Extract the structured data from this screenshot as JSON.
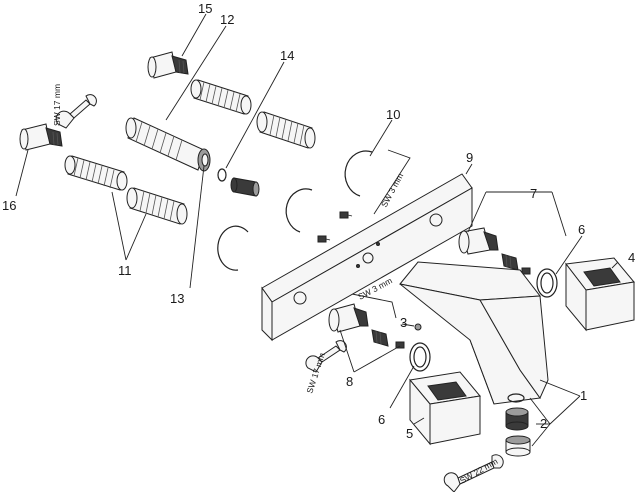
{
  "part_numbers": {
    "p1": "1",
    "p2": "2",
    "p3": "3",
    "p4": "4",
    "p5": "5",
    "p6a": "6",
    "p6b": "6",
    "p7": "7",
    "p8": "8",
    "p9": "9",
    "p10": "10",
    "p11": "11",
    "p12": "12",
    "p13": "13",
    "p14": "14",
    "p15": "15",
    "p16": "16"
  },
  "tool_labels": {
    "sw17_top": "SW 17 mm",
    "sw3_top": "SW 3 mm",
    "sw3_mid": "SW 3 mm",
    "sw17_bottom": "SW 17 mm",
    "sw22": "SW 22 mm"
  },
  "colors": {
    "line": "#222222",
    "part_fill": "#f6f6f6",
    "dark_fill": "#3a3a3a",
    "background": "#ffffff"
  }
}
